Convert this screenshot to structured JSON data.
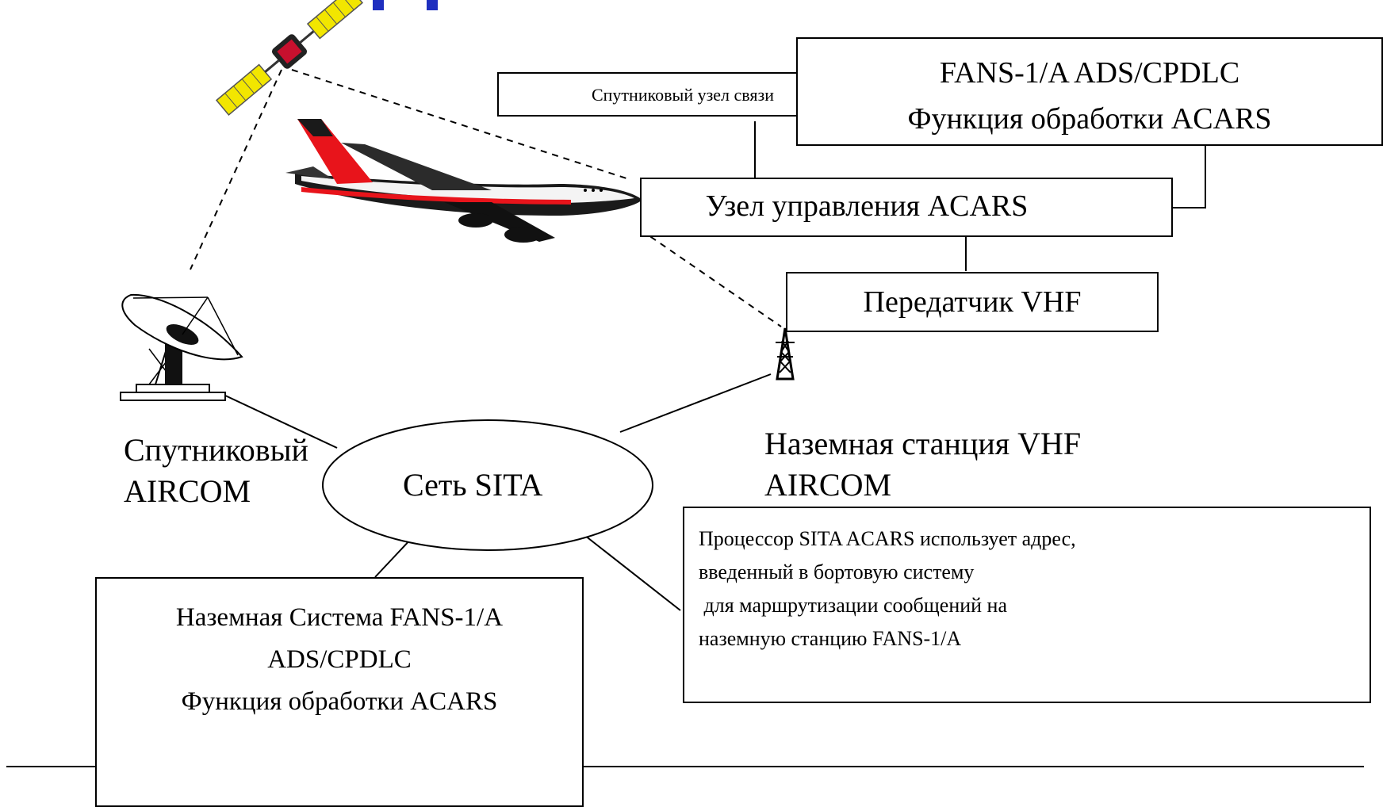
{
  "colors": {
    "line": "#000000",
    "airplane_tail": "#e8141b",
    "airplane_body": "#1a1a1a",
    "satellite_panel": "#f2e600",
    "title_fragment": "#1f2fbf"
  },
  "icons": [
    "satellite-icon",
    "airplane-icon",
    "satellite-dish-icon",
    "radio-tower-icon"
  ],
  "boxes": {
    "satellite_node": "Спутниковый узел связи",
    "fans_ads": {
      "line1": "FANS-1/A ADS/CPDLC",
      "line2": "Функция обработки ACARS"
    },
    "acars_control": "Узел управления ACARS",
    "vhf_transmitter": "Передатчик VHF",
    "ground_system": {
      "line1": "Наземная Система FANS-1/A",
      "line2": "ADS/CPDLC",
      "line3": "Функция обработки ACARS"
    },
    "processor_note": {
      "line1": "Процессор SITA ACARS использует адрес,",
      "line2": "введенный в бортовую систему",
      "line3": " для маршрутизации сообщений на",
      "line4": "наземную станцию FANS-1/A"
    }
  },
  "labels": {
    "satellite_aircom_line1": "Спутниковый",
    "satellite_aircom_line2": "AIRCOM",
    "vhf_station_line1": "Наземная станция VHF",
    "vhf_station_line2": "AIRCOM",
    "sita_network": "Сеть SITA"
  }
}
